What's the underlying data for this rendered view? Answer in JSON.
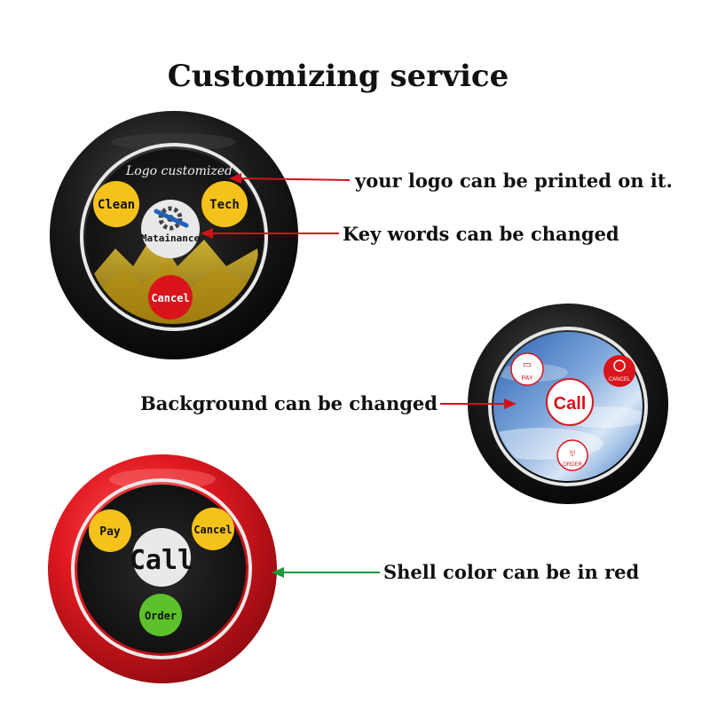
{
  "title": "Customizing service",
  "captions": {
    "logo": "your logo can be printed on it.",
    "keywords": "Key words can be changed",
    "background": "Background can be changed",
    "shell": "Shell color can be in red"
  },
  "pager1": {
    "logo_text": "Logo customized",
    "btn_left": "Clean",
    "btn_right": "Tech",
    "btn_center": "Matainance",
    "btn_bottom": "Cancel",
    "shell_color": "#111111",
    "accent_yellow": "#f4c21a",
    "accent_red": "#d9141b"
  },
  "pager2": {
    "btn_pay": "PAY",
    "btn_cancel": "CANCEL",
    "btn_call": "Call",
    "btn_order": "ORDER",
    "background": "blue sky",
    "shell_color": "#111111"
  },
  "pager3": {
    "btn_pay": "Pay",
    "btn_cancel": "Cancel",
    "btn_call": "Call",
    "btn_order": "Order",
    "shell_color": "#d8141c",
    "accent_green": "#5cc12a"
  },
  "arrow_colors": {
    "red": "#d0121b",
    "green": "#1a9a3a"
  }
}
